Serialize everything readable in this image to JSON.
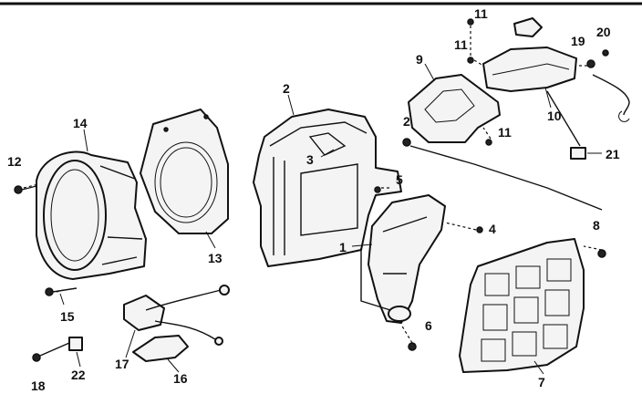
{
  "labels": {
    "l1": "1",
    "l2a": "2",
    "l2b": "2",
    "l3": "3",
    "l4": "4",
    "l5": "5",
    "l6": "6",
    "l7": "7",
    "l8": "8",
    "l9": "9",
    "l10": "10",
    "l11a": "11",
    "l11b": "11",
    "l11c": "11",
    "l12": "12",
    "l13": "13",
    "l14": "14",
    "l15": "15",
    "l16": "16",
    "l17": "17",
    "l18": "18",
    "l19": "19",
    "l20": "20",
    "l21": "21",
    "l22": "22"
  }
}
